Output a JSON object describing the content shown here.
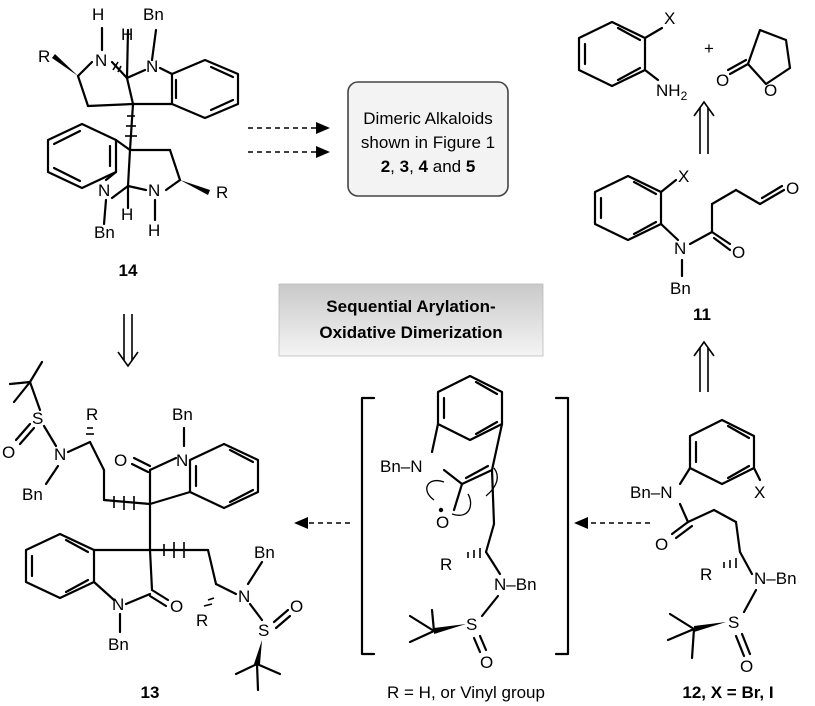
{
  "compounds": {
    "c14": "14",
    "c13": "13",
    "c11": "11",
    "c12": "12, X = Br, I"
  },
  "boxes": {
    "dimeric": [
      "Dimeric Alkaloids",
      "shown in Figure 1"
    ],
    "dimeric_bold_parts": [
      "2",
      ", ",
      "3",
      ", ",
      "4",
      " and ",
      "5"
    ],
    "strategy": [
      "Sequential Arylation-",
      "Oxidative Dimerization"
    ]
  },
  "footnote": "R = H, or Vinyl group",
  "atoms": {
    "H": "H",
    "N": "N",
    "Bn": "Bn",
    "R": "R",
    "X": "X",
    "O": "O",
    "S": "S",
    "NH": "NH",
    "two": "2",
    "Bn_N": "Bn–N",
    "N_Bn": "N–Bn",
    "Bn_N2": "Bn–N",
    "plus": "+"
  },
  "colors": {
    "box_fill": "#f3f3f3",
    "box_stroke": "#444444",
    "banner_top": "#c9c9c9",
    "banner_bottom": "#f4f4f4",
    "ink": "#000000"
  }
}
